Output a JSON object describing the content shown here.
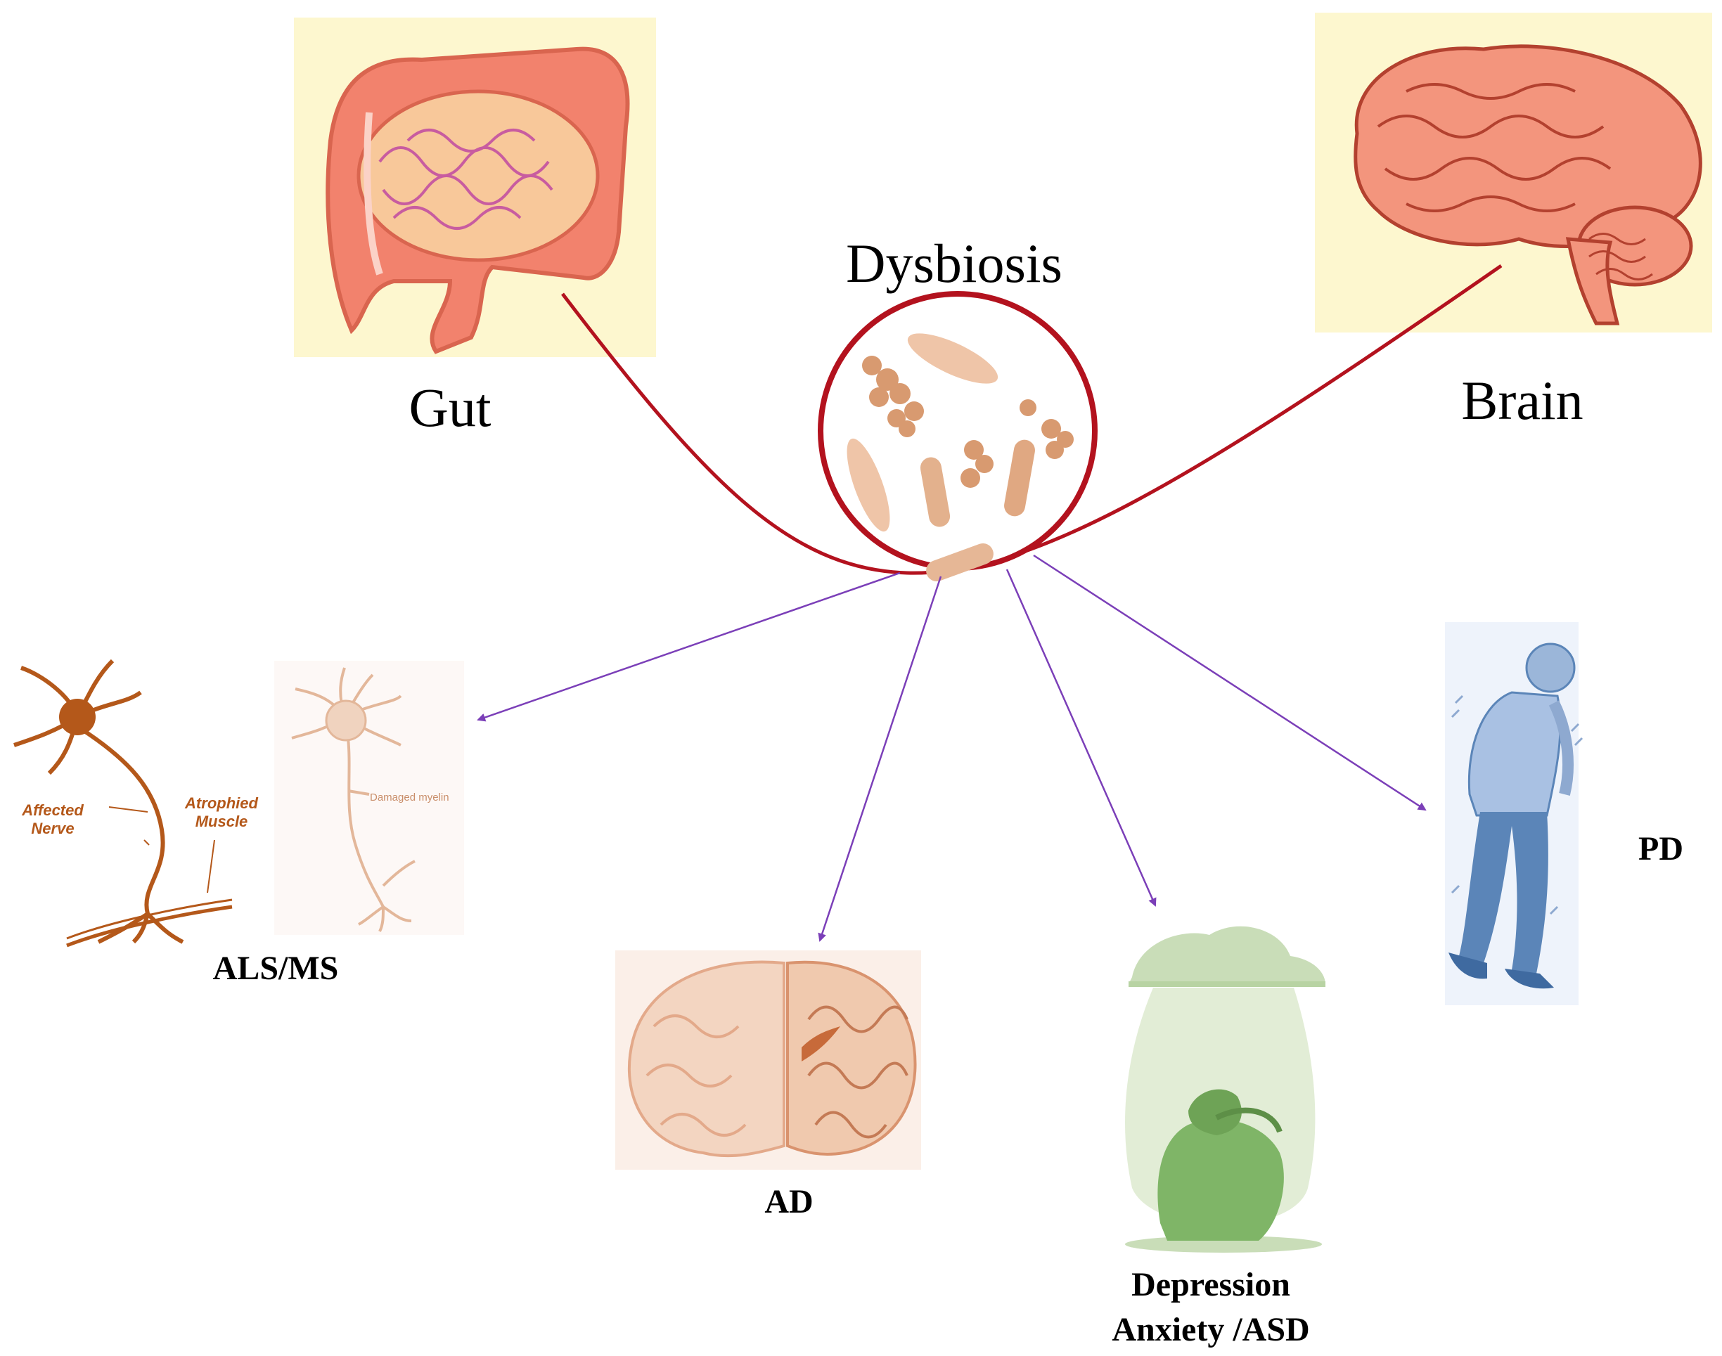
{
  "diagram": {
    "center": {
      "label": "Dysbiosis"
    },
    "sources": [
      {
        "id": "gut",
        "label": "Gut",
        "icon": "intestine-icon"
      },
      {
        "id": "brain",
        "label": "Brain",
        "icon": "brain-icon"
      }
    ],
    "outcomes": [
      {
        "id": "als-ms",
        "label": "ALS/MS",
        "icon": "neuron-icon",
        "annotations": {
          "affected_nerve": "Affected\nNerve",
          "atrophied_muscle": "Atrophied\nMuscle",
          "damaged_myelin": "Damaged myelin"
        }
      },
      {
        "id": "ad",
        "label": "AD",
        "icon": "brain-section-icon"
      },
      {
        "id": "depression",
        "label_line1": "Depression",
        "label_line2": "Anxiety /ASD",
        "icon": "sad-person-icon"
      },
      {
        "id": "pd",
        "label": "PD",
        "icon": "elderly-person-icon"
      }
    ],
    "colors": {
      "connector": "#b3121e",
      "arrow": "#7b3fb8",
      "gut_fill": "#f2826d",
      "panel_bg": "#fdf7cf",
      "brain_fill": "#f3957d",
      "microbe": "#d89a70",
      "neuron": "#b4581a",
      "brain_section": "#e3a98a",
      "depression_green": "#7fb567",
      "pd_blue": "#5b85b8"
    }
  }
}
